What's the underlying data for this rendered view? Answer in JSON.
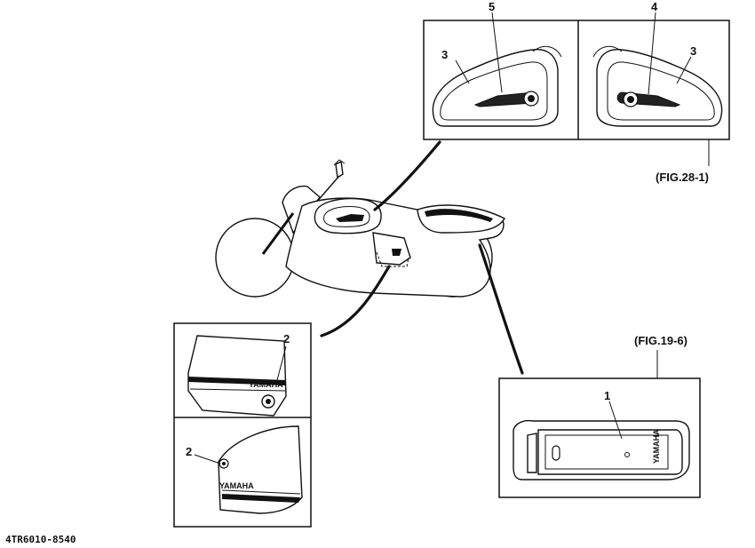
{
  "labels": {
    "callout_5": "5",
    "callout_4": "4",
    "callout_3_left": "3",
    "callout_3_right": "3",
    "callout_2_top": "2",
    "callout_2_bottom": "2",
    "callout_1": "1",
    "fig_28_1": "(FIG.28-1)",
    "fig_19_6": "(FIG.19-6)",
    "part_number": "4TR6010-8540"
  },
  "brand": {
    "text": "YAMAHA"
  }
}
